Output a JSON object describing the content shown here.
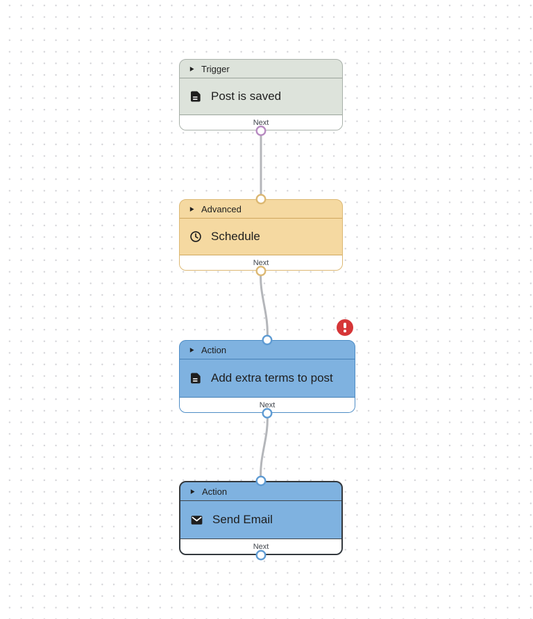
{
  "canvas": {
    "name": "workflow-editor-canvas",
    "background_color": "#ffffff",
    "dot_color": "#d3d3d7",
    "connection_line_color": "#b4b6ba"
  },
  "nodes": [
    {
      "type_label": "Trigger",
      "title": "Post is saved",
      "next_label": "Next",
      "icon": "document-icon",
      "colors": {
        "fill": "#dde3db",
        "border": "#a8b0a9",
        "divider": "#9aa49b",
        "connector": "#b78ac1"
      },
      "has_error": false,
      "selected": false
    },
    {
      "type_label": "Advanced",
      "title": "Schedule",
      "next_label": "Next",
      "icon": "clock-icon",
      "colors": {
        "fill": "#f5d9a1",
        "border": "#dcb873",
        "divider": "#cfa75f",
        "connector": "#dcb873"
      },
      "has_error": false,
      "selected": false
    },
    {
      "type_label": "Action",
      "title": "Add extra terms to post",
      "next_label": "Next",
      "icon": "document-icon",
      "colors": {
        "fill": "#7fb2e0",
        "border": "#4e8dc6",
        "divider": "#4580b6",
        "connector": "#5e9bd3"
      },
      "has_error": true,
      "selected": false
    },
    {
      "type_label": "Action",
      "title": "Send Email",
      "next_label": "Next",
      "icon": "envelope-icon",
      "colors": {
        "fill": "#7fb2e0",
        "border": "#33383d",
        "divider": "#3d444b",
        "connector": "#5e9bd3"
      },
      "has_error": false,
      "selected": true
    }
  ],
  "connections": [
    {
      "from": "Post is saved",
      "to": "Schedule"
    },
    {
      "from": "Schedule",
      "to": "Add extra terms to post"
    },
    {
      "from": "Add extra terms to post",
      "to": "Send Email"
    }
  ],
  "error_badge": {
    "icon": "exclamation-icon",
    "color": "#d63638"
  }
}
